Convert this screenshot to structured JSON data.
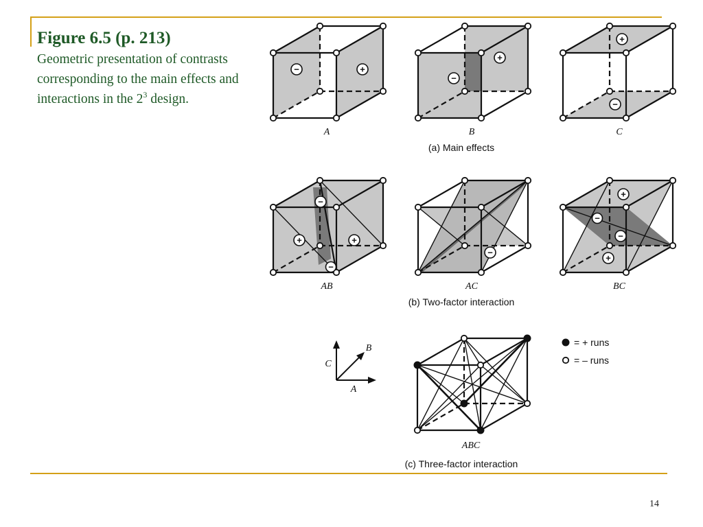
{
  "slide": {
    "figure_title": "Figure 6.5  (p. 213)",
    "description_prefix": "Geometric presentation of contrasts corresponding to the main effects and interactions in the 2",
    "description_sup": "3",
    "description_suffix": " design.",
    "page_number": "14"
  },
  "diagram": {
    "cubes": {
      "A": "A",
      "B": "B",
      "C": "C",
      "AB": "AB",
      "AC": "AC",
      "BC": "BC",
      "ABC": "ABC"
    },
    "sections": {
      "main": "(a) Main effects",
      "two_factor": "(b) Two-factor interaction",
      "three_factor": "(c) Three-factor interaction"
    },
    "axes": {
      "a": "A",
      "b": "B",
      "c": "C"
    },
    "legend": {
      "plus": "= + runs",
      "minus": "= – runs"
    },
    "signs": {
      "plus": "+",
      "minus": "−"
    },
    "colors": {
      "face": "#c8c8c8",
      "dark_face": "#7a7a7a",
      "accent": "#d4a017",
      "title_text": "#1f5a27"
    }
  }
}
